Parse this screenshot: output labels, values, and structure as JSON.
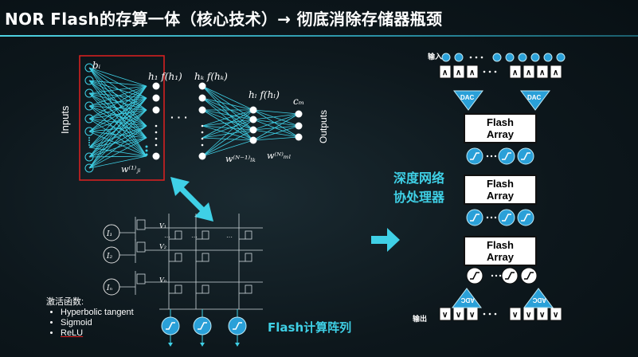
{
  "title": "NOR Flash的存算一体（核心技术）→ 彻底消除存储器瓶颈",
  "nn": {
    "inputs_label": "Inputs",
    "outputs_label": "Outputs",
    "b_i": "bᵢ",
    "h1": "h₁ f(h₁)",
    "hk": "hₖ f(hₖ)",
    "hl": "hₗ f(hₗ)",
    "cm": "cₘ",
    "w1": "w⁽¹⁾ⱼᵢ",
    "wn1": "w⁽ᴺ⁻¹⁾ₗₖ",
    "wn": "w⁽ᴺ⁾ₘₗ",
    "dots": "· · ·"
  },
  "circuit": {
    "i1": "I₁",
    "i2": "I₂",
    "in": "Iₙ",
    "v1": "V₁",
    "v2": "V₂",
    "vn": "Vₙ"
  },
  "activation": {
    "heading": "激活函数:",
    "items": [
      "Hyperbolic tangent",
      "Sigmoid",
      "ReLU"
    ]
  },
  "flash_array_label": "Flash计算阵列",
  "coprocessor_label": "深度网络\n协处理器",
  "pipeline": {
    "input_label": "输入",
    "output_label": "输出",
    "dac": "DAC",
    "adc": "ADC",
    "flash": [
      "Flash\nArray",
      "Flash\nArray",
      "Flash\nArray"
    ]
  },
  "colors": {
    "accent": "#3fd0e6",
    "node": "#2aa0d8",
    "red_box": "#e02020"
  }
}
